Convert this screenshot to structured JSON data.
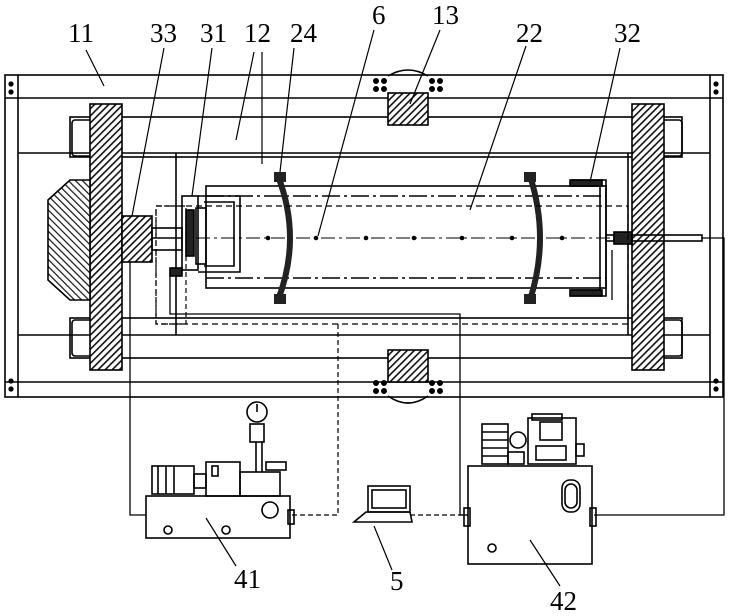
{
  "labels": {
    "l11": "11",
    "l33": "33",
    "l31": "31",
    "l12": "12",
    "l24": "24",
    "l6": "6",
    "l13": "13",
    "l22": "22",
    "l32": "32",
    "l41": "41",
    "l5": "5",
    "l42": "42"
  },
  "colors": {
    "ink": "#000000",
    "hatch": "#222222",
    "paper": "#ffffff"
  }
}
